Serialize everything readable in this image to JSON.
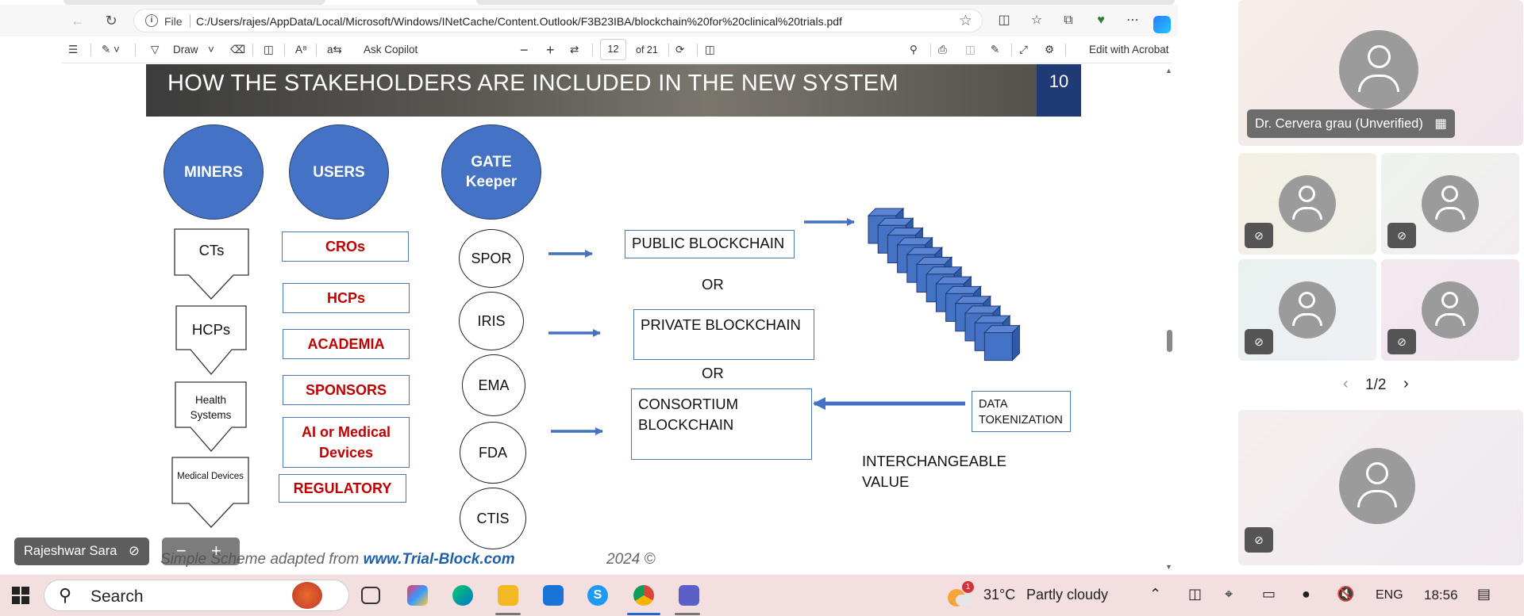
{
  "browser": {
    "address": {
      "scheme_label": "File",
      "url": "C:/Users/rajes/AppData/Local/Microsoft/Windows/INetCache/Content.Outlook/F3B23IBA/blockchain%20for%20clinical%20trials.pdf"
    },
    "pdf_toolbar": {
      "draw_label": "Draw",
      "ask_copilot_label": "Ask Copilot",
      "page_current": "12",
      "page_total": "of 21",
      "edit_acrobat_label": "Edit with Acrobat"
    }
  },
  "slide": {
    "title": "HOW THE STAKEHOLDERS ARE INCLUDED IN THE NEW SYSTEM",
    "number": "10",
    "groups": {
      "miners": "MINERS",
      "users": "USERS",
      "gatekeeper_line1": "GATE",
      "gatekeeper_line2": "Keeper"
    },
    "miners_chain": [
      "CTs",
      "HCPs",
      "Health Systems",
      "Medical Devices"
    ],
    "health_line1": "Health",
    "health_line2": "Systems",
    "users_list": [
      "CROs",
      "HCPs",
      "ACADEMIA",
      "SPONSORS",
      "AI or Medical Devices",
      "REGULATORY"
    ],
    "ai_line1": "AI or Medical",
    "ai_line2": "Devices",
    "gatekeepers": [
      "SPOR",
      "IRIS",
      "EMA",
      "FDA",
      "CTIS"
    ],
    "public_blockchain": "PUBLIC BLOCKCHAIN",
    "or1": "OR",
    "private_blockchain": "PRIVATE BLOCKCHAIN",
    "or2": "OR",
    "consortium_line1": "CONSORTIUM",
    "consortium_line2": "BLOCKCHAIN",
    "data_tok_line1": "DATA",
    "data_tok_line2": "TOKENIZATION",
    "interchange_line1": "INTERCHANGEABLE",
    "interchange_line2": "VALUE",
    "footer_prefix": "Simple Scheme adapted from",
    "footer_link": "www.Trial-Block.com",
    "footer_year": "2024 ©",
    "colors": {
      "circle_blue": "#4472c4",
      "red_text": "#c00000",
      "box_border": "#4a79b8",
      "slide_number_bg": "#1f3a75"
    }
  },
  "meeting": {
    "featured_name": "Dr. Cervera grau (Unverified)",
    "pager": "1/2",
    "self_name": "Rajeshwar Sara"
  },
  "taskbar": {
    "search_label": "Search",
    "weather_temp": "31°C",
    "weather_desc": "Partly cloudy",
    "weather_badge": "1",
    "language": "ENG",
    "time": "18:56"
  }
}
